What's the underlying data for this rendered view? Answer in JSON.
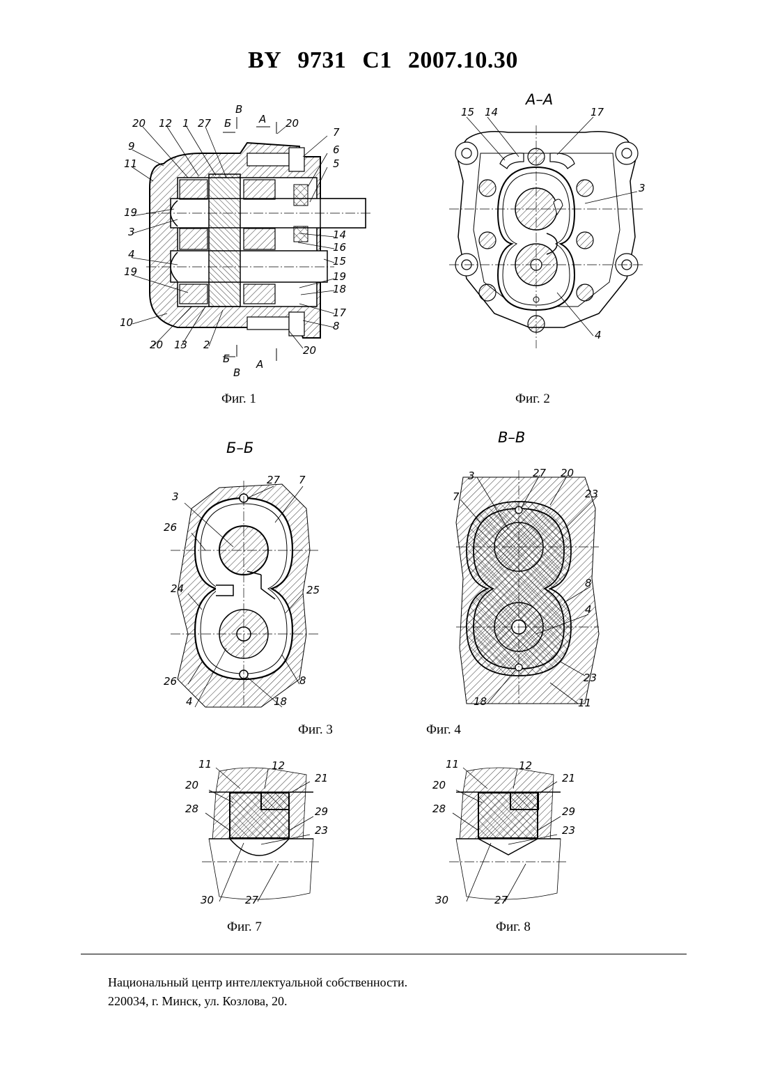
{
  "header": {
    "country": "BY",
    "number": "9731",
    "kind": "C1",
    "date": "2007.10.30"
  },
  "fig1": {
    "caption": "Фиг. 1",
    "section_marks": [
      "В",
      "Б",
      "А",
      "Б",
      "В",
      "А"
    ],
    "callouts": [
      "20",
      "12",
      "1",
      "27",
      "20",
      "7",
      "6",
      "5",
      "9",
      "11",
      "19",
      "3",
      "4",
      "19",
      "10",
      "20",
      "13",
      "2",
      "14",
      "16",
      "15",
      "19",
      "18",
      "17",
      "8",
      "20"
    ]
  },
  "fig2": {
    "caption": "Фиг. 2",
    "title": "А–А",
    "callouts": [
      "15",
      "14",
      "17",
      "3",
      "4"
    ]
  },
  "fig3": {
    "caption": "Фиг. 3",
    "title": "Б–Б",
    "callouts": [
      "27",
      "7",
      "3",
      "26",
      "24",
      "25",
      "26",
      "4",
      "18",
      "8"
    ]
  },
  "fig4": {
    "caption": "Фиг. 4",
    "title": "В–В",
    "callouts": [
      "3",
      "27",
      "20",
      "7",
      "23",
      "8",
      "4",
      "23",
      "18",
      "11"
    ]
  },
  "fig7": {
    "caption": "Фиг. 7",
    "callouts": [
      "11",
      "12",
      "21",
      "20",
      "28",
      "29",
      "23",
      "30",
      "27"
    ]
  },
  "fig8": {
    "caption": "Фиг. 8",
    "callouts": [
      "11",
      "12",
      "21",
      "20",
      "28",
      "29",
      "23",
      "30",
      "27"
    ]
  },
  "footer": {
    "line1": "Национальный центр интеллектуальной собственности.",
    "line2": "220034, г. Минск, ул. Козлова, 20."
  }
}
